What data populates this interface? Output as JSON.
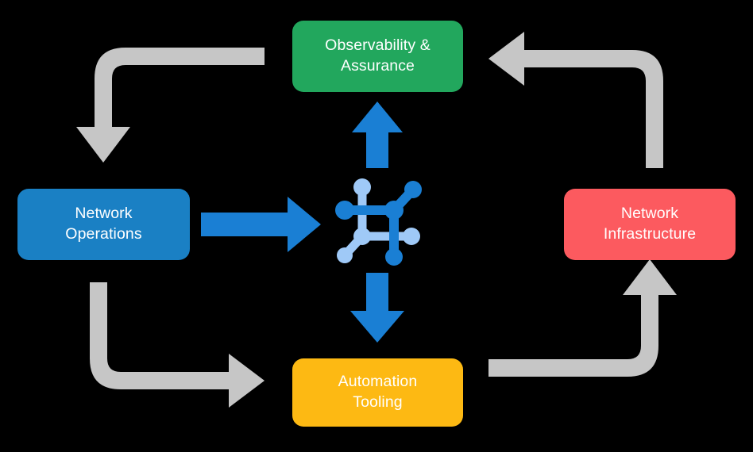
{
  "diagram": {
    "title": "Network automation lifecycle loop",
    "background_color": "#000000",
    "nodes": [
      {
        "id": "observability",
        "label": "Observability &\nAssurance",
        "color": "#22a75d",
        "text_color": "#ffffff",
        "position": "top"
      },
      {
        "id": "network-operations",
        "label": "Network\nOperations",
        "color": "#1a80c4",
        "text_color": "#ffffff",
        "position": "left"
      },
      {
        "id": "network-infrastructure",
        "label": "Network\nInfrastructure",
        "color": "#fc5a5f",
        "text_color": "#ffffff",
        "position": "right"
      },
      {
        "id": "automation-tooling",
        "label": "Automation\nTooling",
        "color": "#fdb913",
        "text_color": "#ffffff",
        "position": "bottom"
      }
    ],
    "center_icon": {
      "name": "network-topology-icon",
      "primary_color": "#1a7fd4",
      "secondary_color": "#9fc9f7"
    },
    "arrows": {
      "blue_color": "#1a7fd4",
      "gray_color": "#c6c6c6",
      "blue": [
        {
          "id": "ops-to-center",
          "direction": "right",
          "from": "network-operations",
          "to": "center"
        },
        {
          "id": "center-to-observability",
          "direction": "up",
          "from": "center",
          "to": "observability"
        },
        {
          "id": "center-to-automation",
          "direction": "down",
          "from": "center",
          "to": "automation-tooling"
        }
      ],
      "gray": [
        {
          "id": "observability-to-ops",
          "shape": "corner-left-down",
          "from": "observability",
          "to": "network-operations"
        },
        {
          "id": "ops-to-automation",
          "shape": "corner-down-right",
          "from": "network-operations",
          "to": "automation-tooling"
        },
        {
          "id": "infrastructure-to-observability",
          "shape": "corner-up-left",
          "from": "network-infrastructure",
          "to": "observability"
        },
        {
          "id": "automation-to-infrastructure",
          "shape": "corner-right-up",
          "from": "automation-tooling",
          "to": "network-infrastructure"
        }
      ]
    }
  }
}
